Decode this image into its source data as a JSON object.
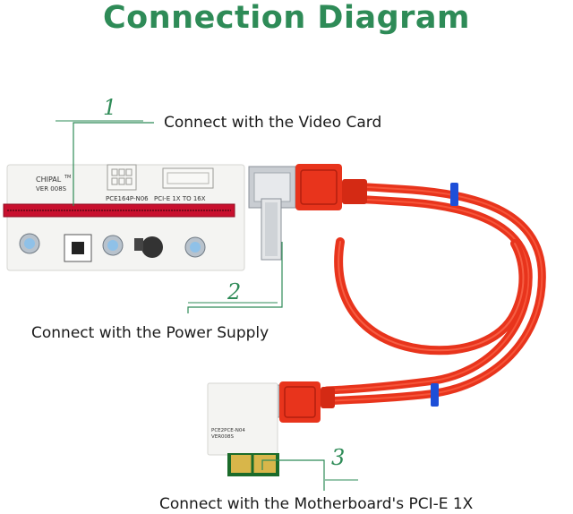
{
  "title": "Connection Diagram",
  "steps": [
    {
      "number": "1",
      "caption": "Connect with the Video Card"
    },
    {
      "number": "2",
      "caption": "Connect with the Power Supply"
    },
    {
      "number": "3",
      "caption": "Connect with the Motherboard's PCI-E 1X"
    }
  ],
  "board": {
    "brand": "CHIPAL",
    "brand_tm": "TM",
    "version": "VER 008S",
    "model": "PCE164P-N06",
    "slot_label": "PCI-E 1X TO 16X"
  },
  "adapter": {
    "model": "PCE2PCE-N04",
    "version": "VER008S"
  },
  "colors": {
    "accent": "#2e8b57",
    "cable": "#e8341c",
    "slot": "#c8102e",
    "band": "#1d4fd8"
  }
}
